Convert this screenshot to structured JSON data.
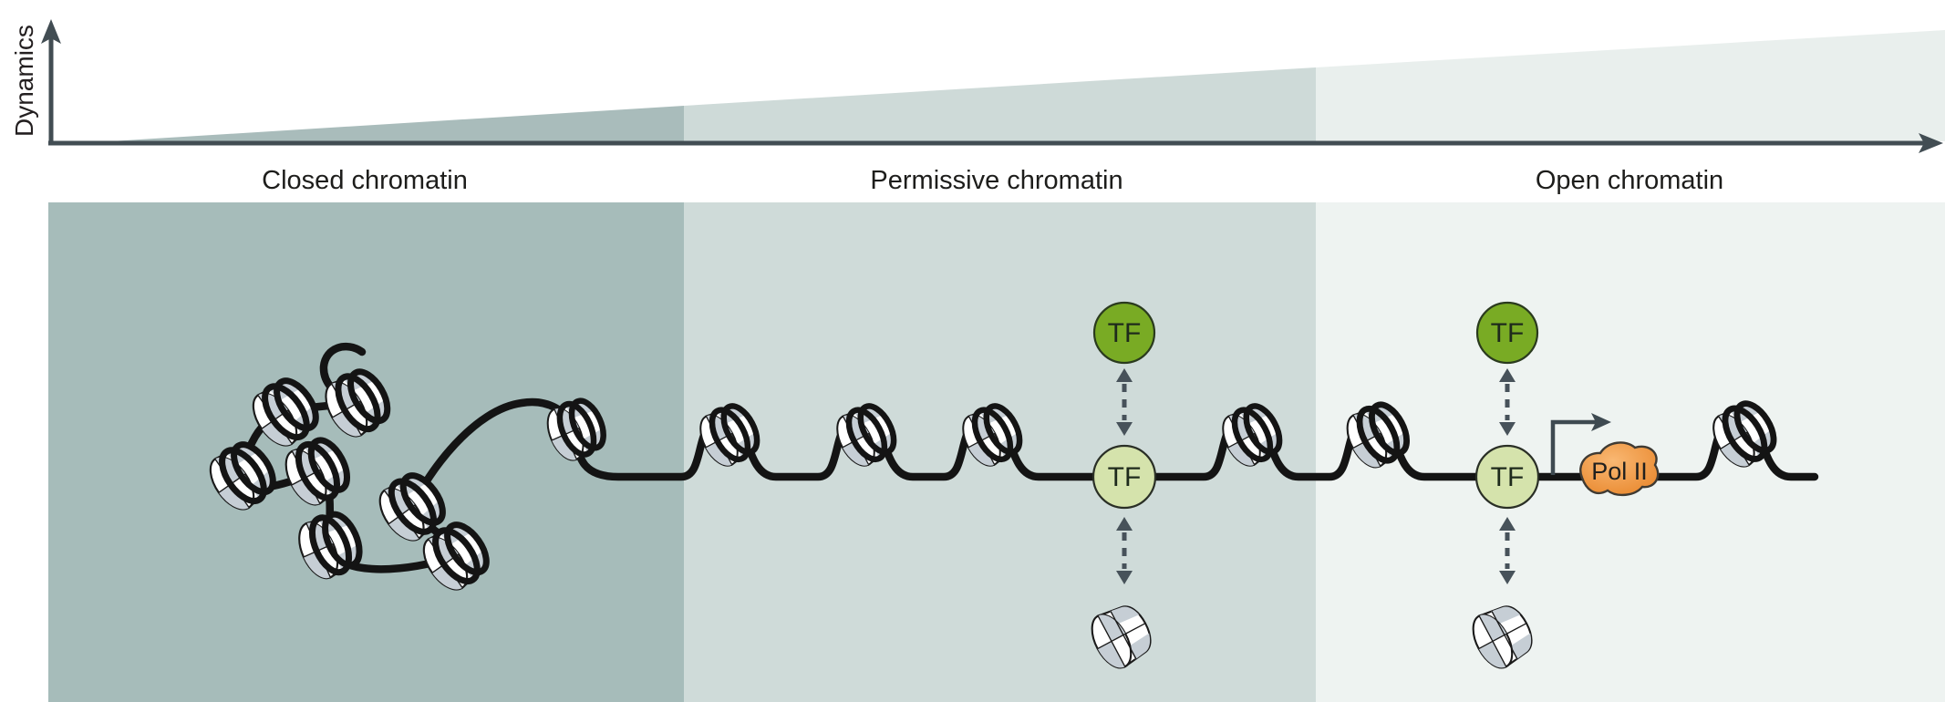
{
  "figure": {
    "axis": {
      "y_label": "Dynamics",
      "color": "#424d53"
    },
    "sections": [
      {
        "label": "Closed chromatin",
        "panel_color": "#a6bcba",
        "wedge_color": "#a9bcbb"
      },
      {
        "label": "Permissive chromatin",
        "panel_color": "#cfdbd9",
        "wedge_color": "#cedad8"
      },
      {
        "label": "Open chromatin",
        "panel_color": "#eef3f1",
        "wedge_color": "#e9efed"
      }
    ],
    "molecules": {
      "tf_label": "TF",
      "tf_dark_color": "#79ab24",
      "tf_dark_stroke": "#2a3a1e",
      "tf_light_color": "#d5e3ac",
      "tf_light_stroke": "#2a2f26",
      "polii_label": "Pol II",
      "polii_fill_inner": "#f9b873",
      "polii_fill_outer": "#e8862b",
      "polii_stroke": "#3f3a33",
      "dna_color": "#141414",
      "nucleosome_face_color": "#ffffff",
      "nucleosome_shade_color": "#c6ced5",
      "arrow_color": "#47525a"
    }
  }
}
